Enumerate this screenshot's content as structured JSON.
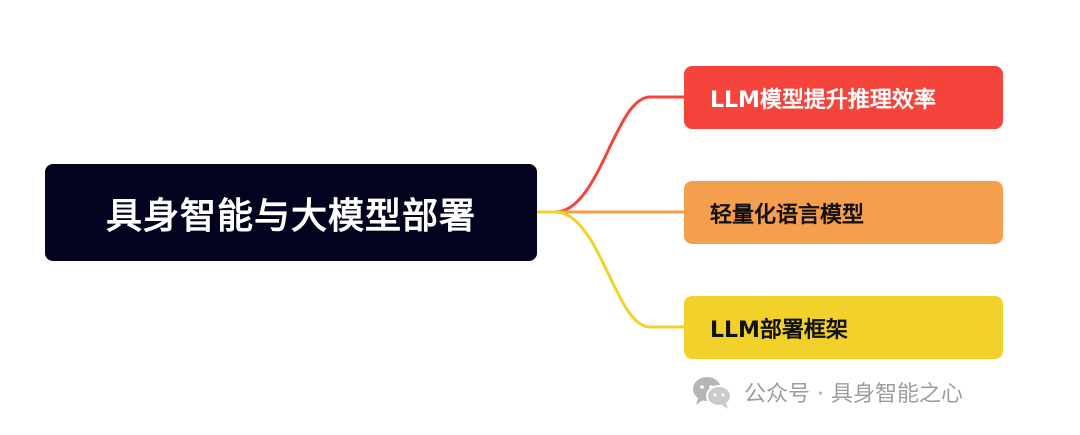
{
  "root": {
    "label": "具身智能与大模型部署",
    "color": "#03021f"
  },
  "branches": [
    {
      "label": "LLM模型提升推理效率",
      "color": "#f5443c"
    },
    {
      "label": "轻量化语言模型",
      "color": "#f59e4d"
    },
    {
      "label": "LLM部署框架",
      "color": "#f2d22a"
    }
  ],
  "watermark": {
    "icon": "wechat-icon",
    "text": "公众号 · 具身智能之心"
  }
}
